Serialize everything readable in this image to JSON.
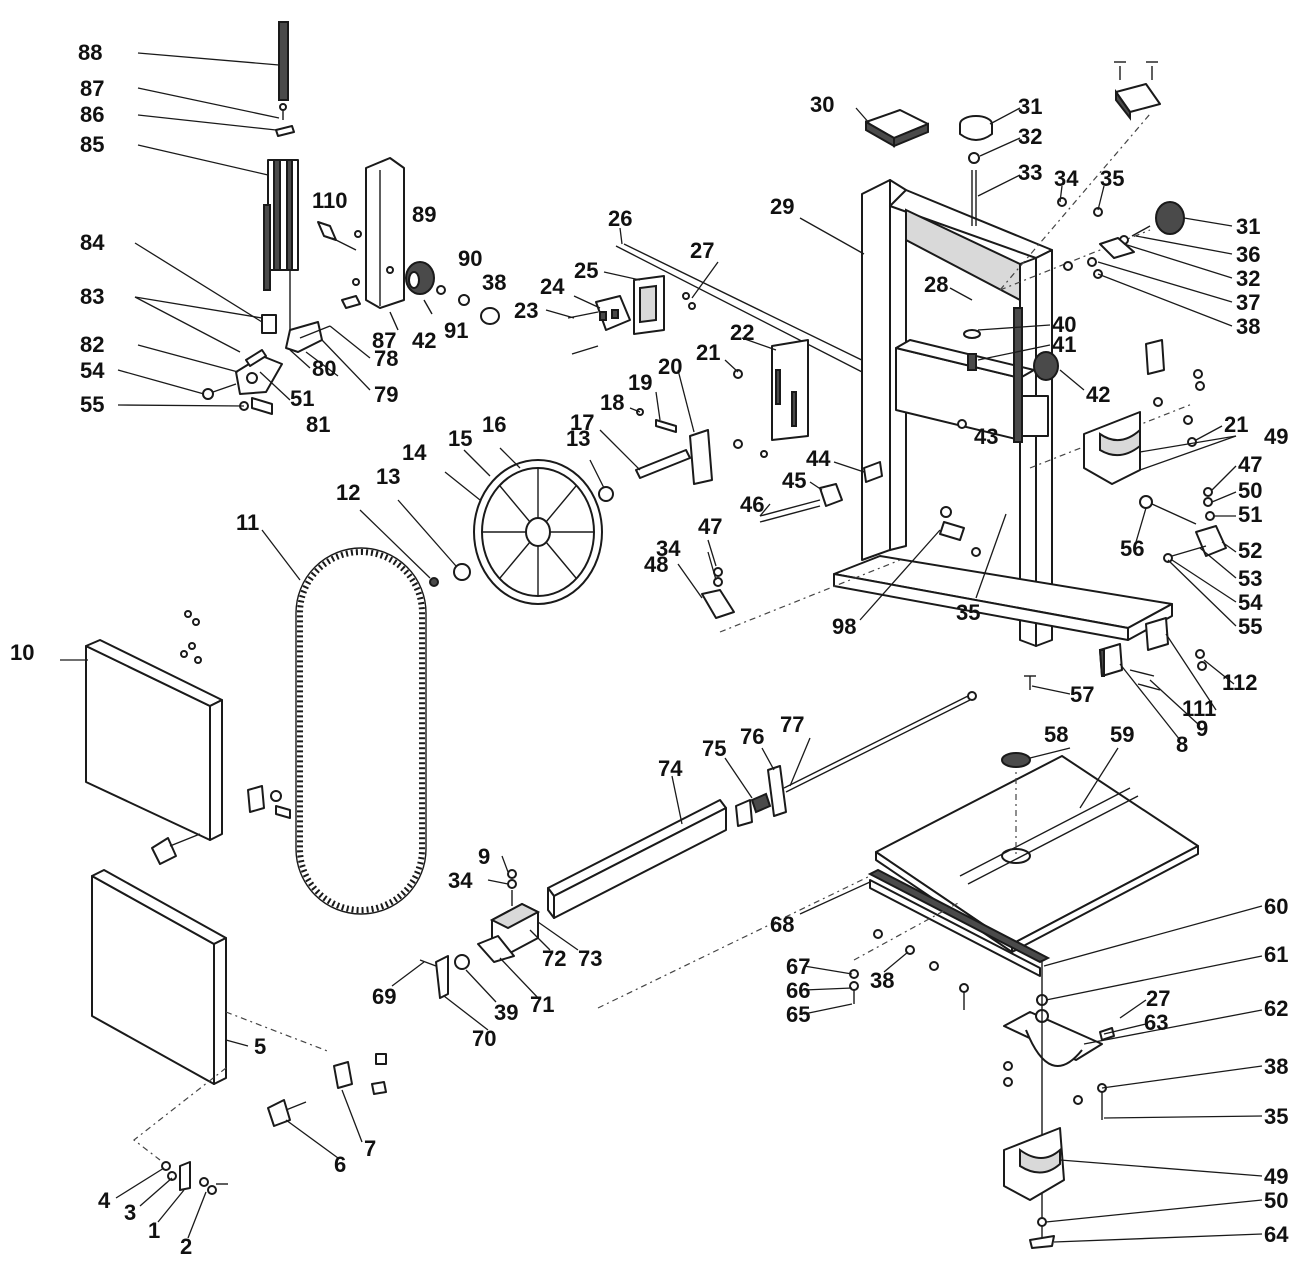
{
  "callouts": [
    {
      "key": "c88",
      "text": "88"
    },
    {
      "key": "c87a",
      "text": "87"
    },
    {
      "key": "c86",
      "text": "86"
    },
    {
      "key": "c85",
      "text": "85"
    },
    {
      "key": "c84",
      "text": "84"
    },
    {
      "key": "c83",
      "text": "83"
    },
    {
      "key": "c82",
      "text": "82"
    },
    {
      "key": "c54a",
      "text": "54"
    },
    {
      "key": "c55a",
      "text": "55"
    },
    {
      "key": "c110",
      "text": "110"
    },
    {
      "key": "c89",
      "text": "89"
    },
    {
      "key": "c90",
      "text": "90"
    },
    {
      "key": "c38a",
      "text": "38"
    },
    {
      "key": "c87b",
      "text": "87"
    },
    {
      "key": "c42a",
      "text": "42"
    },
    {
      "key": "c91",
      "text": "91"
    },
    {
      "key": "c78",
      "text": "78"
    },
    {
      "key": "c80",
      "text": "80"
    },
    {
      "key": "c51a",
      "text": "51"
    },
    {
      "key": "c79",
      "text": "79"
    },
    {
      "key": "c81",
      "text": "81"
    },
    {
      "key": "c26",
      "text": "26"
    },
    {
      "key": "c27a",
      "text": "27"
    },
    {
      "key": "c25",
      "text": "25"
    },
    {
      "key": "c24",
      "text": "24"
    },
    {
      "key": "c23",
      "text": "23"
    },
    {
      "key": "c22",
      "text": "22"
    },
    {
      "key": "c21a",
      "text": "21"
    },
    {
      "key": "c20",
      "text": "20"
    },
    {
      "key": "c19",
      "text": "19"
    },
    {
      "key": "c18",
      "text": "18"
    },
    {
      "key": "c17",
      "text": "17"
    },
    {
      "key": "c16",
      "text": "16"
    },
    {
      "key": "c15",
      "text": "15"
    },
    {
      "key": "c14",
      "text": "14"
    },
    {
      "key": "c13a",
      "text": "13"
    },
    {
      "key": "c13b",
      "text": "13"
    },
    {
      "key": "c12",
      "text": "12"
    },
    {
      "key": "c11",
      "text": "11"
    },
    {
      "key": "c10",
      "text": "10"
    },
    {
      "key": "c30",
      "text": "30"
    },
    {
      "key": "c31a",
      "text": "31"
    },
    {
      "key": "c32a",
      "text": "32"
    },
    {
      "key": "c33",
      "text": "33"
    },
    {
      "key": "c34a",
      "text": "34"
    },
    {
      "key": "c35a",
      "text": "35"
    },
    {
      "key": "c29",
      "text": "29"
    },
    {
      "key": "c31b",
      "text": "31"
    },
    {
      "key": "c36",
      "text": "36"
    },
    {
      "key": "c32b",
      "text": "32"
    },
    {
      "key": "c37",
      "text": "37"
    },
    {
      "key": "c38b",
      "text": "38"
    },
    {
      "key": "c28",
      "text": "28"
    },
    {
      "key": "c40",
      "text": "40"
    },
    {
      "key": "c41",
      "text": "41"
    },
    {
      "key": "c42b",
      "text": "42"
    },
    {
      "key": "c43",
      "text": "43"
    },
    {
      "key": "c21b",
      "text": "21"
    },
    {
      "key": "c49a",
      "text": "49"
    },
    {
      "key": "c44",
      "text": "44"
    },
    {
      "key": "c45",
      "text": "45"
    },
    {
      "key": "c46",
      "text": "46"
    },
    {
      "key": "c47a",
      "text": "47"
    },
    {
      "key": "c50a",
      "text": "50"
    },
    {
      "key": "c51b",
      "text": "51"
    },
    {
      "key": "c56",
      "text": "56"
    },
    {
      "key": "c52",
      "text": "52"
    },
    {
      "key": "c53",
      "text": "53"
    },
    {
      "key": "c54b",
      "text": "54"
    },
    {
      "key": "c55b",
      "text": "55"
    },
    {
      "key": "c47b",
      "text": "47"
    },
    {
      "key": "c34b",
      "text": "34"
    },
    {
      "key": "c48",
      "text": "48"
    },
    {
      "key": "c98",
      "text": "98"
    },
    {
      "key": "c35b",
      "text": "35"
    },
    {
      "key": "c57",
      "text": "57"
    },
    {
      "key": "c112",
      "text": "112"
    },
    {
      "key": "c111",
      "text": "111"
    },
    {
      "key": "c9a",
      "text": "9"
    },
    {
      "key": "c8",
      "text": "8"
    },
    {
      "key": "c77",
      "text": "77"
    },
    {
      "key": "c76",
      "text": "76"
    },
    {
      "key": "c75",
      "text": "75"
    },
    {
      "key": "c74",
      "text": "74"
    },
    {
      "key": "c58",
      "text": "58"
    },
    {
      "key": "c59",
      "text": "59"
    },
    {
      "key": "c9b",
      "text": "9"
    },
    {
      "key": "c34c",
      "text": "34"
    },
    {
      "key": "c68",
      "text": "68"
    },
    {
      "key": "c60",
      "text": "60"
    },
    {
      "key": "c73",
      "text": "73"
    },
    {
      "key": "c72",
      "text": "72"
    },
    {
      "key": "c67",
      "text": "67"
    },
    {
      "key": "c66",
      "text": "66"
    },
    {
      "key": "c65",
      "text": "65"
    },
    {
      "key": "c38c",
      "text": "38"
    },
    {
      "key": "c61",
      "text": "61"
    },
    {
      "key": "c27b",
      "text": "27"
    },
    {
      "key": "c63",
      "text": "63"
    },
    {
      "key": "c62",
      "text": "62"
    },
    {
      "key": "c69",
      "text": "69"
    },
    {
      "key": "c39",
      "text": "39"
    },
    {
      "key": "c71",
      "text": "71"
    },
    {
      "key": "c70",
      "text": "70"
    },
    {
      "key": "c5",
      "text": "5"
    },
    {
      "key": "c38d",
      "text": "38"
    },
    {
      "key": "c35c",
      "text": "35"
    },
    {
      "key": "c7",
      "text": "7"
    },
    {
      "key": "c6",
      "text": "6"
    },
    {
      "key": "c49b",
      "text": "49"
    },
    {
      "key": "c50b",
      "text": "50"
    },
    {
      "key": "c64",
      "text": "64"
    },
    {
      "key": "c4",
      "text": "4"
    },
    {
      "key": "c3",
      "text": "3"
    },
    {
      "key": "c1",
      "text": "1"
    },
    {
      "key": "c2",
      "text": "2"
    }
  ]
}
